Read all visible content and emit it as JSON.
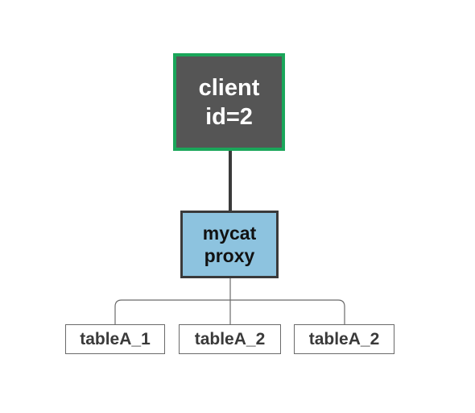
{
  "diagram": {
    "client": {
      "line1": "client",
      "line2": "id=2",
      "fill": "#555555",
      "border": "#1aa65a"
    },
    "proxy": {
      "line1": "mycat",
      "line2": "proxy",
      "fill": "#8dc3df"
    },
    "tables": [
      {
        "label": "tableA_1"
      },
      {
        "label": "tableA_2"
      },
      {
        "label": "tableA_2"
      }
    ]
  }
}
